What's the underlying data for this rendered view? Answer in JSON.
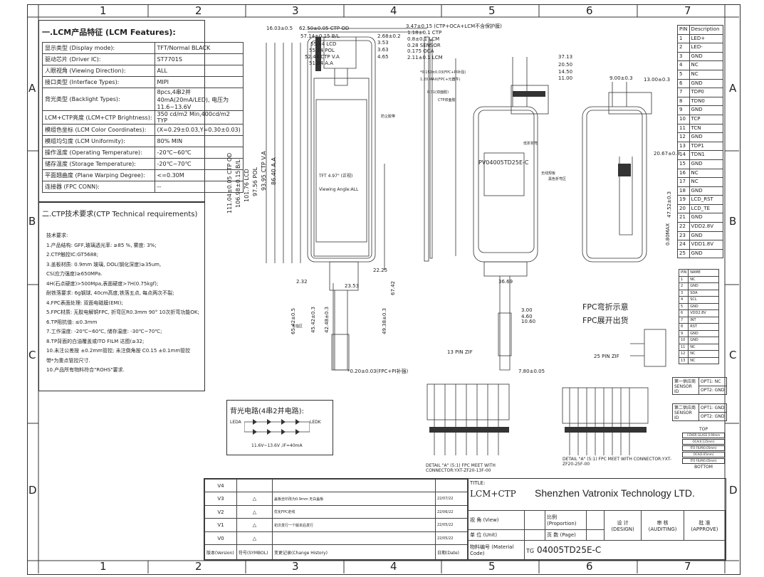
{
  "header": {
    "top_left_text": "",
    "columns": [
      "1",
      "2",
      "3",
      "4",
      "5",
      "6",
      "7"
    ],
    "rows": [
      "A",
      "B",
      "C",
      "D"
    ]
  },
  "features": {
    "title": "一.LCM产品特征 (LCM Features):",
    "rows": [
      {
        "label": "显示类型 (Display mode):",
        "value": "TFT/Normal BLACK"
      },
      {
        "label": "驱动芯片 (Driver IC):",
        "value": "ST7701S"
      },
      {
        "label": "人眼视角 (Viewing Direction):",
        "value": "ALL"
      },
      {
        "label": "接口类型 (Interface Types):",
        "value": "MIPI"
      },
      {
        "label": "背光类型 (Backlight Types):",
        "value": "8pcs,4串2并40mA(20mA/LED), 电压为11.6~13.6V"
      },
      {
        "label": "LCM+CTP亮度 (LCM+CTP Brightness):",
        "value": "350 cd/m2 Min,400cd/m2 TYP"
      },
      {
        "label": "模组色坐标 (LCM Color Coordinates):",
        "value": "(X=0.29±0.03,Y=0.30±0.03)"
      },
      {
        "label": "模组均匀度 (LCM Uniformity):",
        "value": "80% MIN"
      },
      {
        "label": "操作温度 (Operating Temperature):",
        "value": "-20℃~60℃"
      },
      {
        "label": "储存温度 (Storage Temperature):",
        "value": "-20℃~70℃"
      },
      {
        "label": "平面翘曲度 (Plane Warping Degree):",
        "value": "<=0.30M"
      },
      {
        "label": "连接器 (FPC CONN):",
        "value": "--"
      }
    ]
  },
  "ctp": {
    "title": "二.CTP技术要求(CTP Technical requirements)",
    "lines": [
      "技术要求:",
      "1.产品结构: GFF,玻璃透光率: ≥85 %, 雾度: 3%;",
      "2.CTP触控IC:GT5688;",
      "3.盖板材质: 0.9mm 玻璃, DOL(钢化深度)≥35um,",
      "CS(应力强度)≥650MPa.",
      "4H(石点硬度)>500Mpa,表面硬度>7H(0.75kgf);",
      "耐铁落要求: 6g钢球, 40cm高度,铁落五点, 每点两次不裂;",
      "4.FPC表面处理: 双面电磁膜(EMI);",
      "5.FPC材质: 无胶电解铜FPC, 折弯区R0.3mm 90° 10次折弯功能OK;",
      "6.TP阻抗值: ≤0.3mm",
      "7.工作温度: -20℃~60℃, 储存温度: -30℃~70℃;",
      "8.TP背面的白油覆盖或ITO FILM 达图(≥32;",
      "10.未注公差按 ±0.2mm管控; 未注倒角按 C0.15 ±0.1mm管控",
      "带*为重点管控尺寸.",
      "10.产品所有物料符合\"ROHS\"要求."
    ]
  },
  "backlight": {
    "title": "背光电路(4串2并电路):",
    "leda": "LEDA",
    "ledk": "LEDK",
    "note": "11.6V~13.6V ,IF=40mA"
  },
  "drawing": {
    "dims_top": [
      "16.03±0.5",
      "62.50±0.05 CTP OD",
      "57.14±0.15 B/L",
      "55.44 LCD",
      "55.24 POL",
      "52.44 CTP V.A",
      "51.84 A.A",
      "2.68±0.2",
      "3.53",
      "3.63",
      "4.65",
      "3.47±0.15 (CTP+OCA+LCM不含保护膜)",
      "1.18±0.1 CTP",
      "0.8±0.1 LCM",
      "0.28 SENSOR",
      "0.175 OCA",
      "2.11±0.1 LCM"
    ],
    "dims_right1": [
      "37.13",
      "20.50",
      "14.50",
      "11.00",
      "9.00±0.3",
      "13.00±0.3",
      "20.67±0.3",
      "47.52±0.3",
      "0.80MAX"
    ],
    "dims_vertical": [
      "111.04±0.05 CTP OD",
      "106.98±0.15 B/L",
      "101.76 LCD",
      "97.56 POL",
      "93.95 CTP V.A",
      "86.40 A.A"
    ],
    "dims_bottom": [
      "2.32",
      "22.25",
      "23.53",
      "36.69",
      "3.00",
      "4.60",
      "10.60",
      "7.80±0.05",
      "*0.20±0.03(FPC+PI补强)",
      "65.42±0.5",
      "45.42±0.3",
      "42.48±0.3",
      "49.38±0.3",
      "67.42"
    ],
    "fpc_notes": [
      "*0.150±0.03(FPC+PI补强)",
      "1.20 MAX(FPC+元器件)",
      "0.31(双面胶)",
      "CTP双面胶",
      "防尘胶带",
      "低折折弯",
      "无线规板",
      "黑色折弯区",
      "手指区"
    ],
    "pv_label": "PV04005TD25E-C",
    "tft_label": "TFT 4.97\" (正视)",
    "viewing_label": "Viewing Angle:ALL",
    "fpc_bend": "FPC弯折示意",
    "fpc_expand": "FPC展开出货",
    "zif13": "13 PIN ZIF",
    "zif25": "25 PIN ZIF",
    "detail_a1": "DETAIL \"A\" (5:1) FPC MEET WITH CONNECTOR:YXT-ZF20-13F-00",
    "detail_a2": "DETAIL \"A\" (5:1) FPC MEET WITH CONNECTOR:YXT-ZF20-25F-00"
  },
  "pins": {
    "header": [
      "PIN",
      "Description"
    ],
    "rows": [
      [
        "1",
        "LED+"
      ],
      [
        "2",
        "LED-"
      ],
      [
        "3",
        "GND"
      ],
      [
        "4",
        "NC"
      ],
      [
        "5",
        "NC"
      ],
      [
        "6",
        "GND"
      ],
      [
        "7",
        "TDP0"
      ],
      [
        "8",
        "TDN0"
      ],
      [
        "9",
        "GND"
      ],
      [
        "10",
        "TCP"
      ],
      [
        "11",
        "TCN"
      ],
      [
        "12",
        "GND"
      ],
      [
        "13",
        "TDP1"
      ],
      [
        "14",
        "TDN1"
      ],
      [
        "15",
        "GND"
      ],
      [
        "16",
        "NC"
      ],
      [
        "17",
        "NC"
      ],
      [
        "18",
        "GND"
      ],
      [
        "19",
        "LCD_RST"
      ],
      [
        "20",
        "LCD_TE"
      ],
      [
        "21",
        "GND"
      ],
      [
        "22",
        "VDD2.8V"
      ],
      [
        "23",
        "GND"
      ],
      [
        "24",
        "VDD1.8V"
      ],
      [
        "25",
        "GND"
      ]
    ]
  },
  "ctp_pins": {
    "header": [
      "PIN",
      "NAME"
    ],
    "rows": [
      [
        "1",
        "NC"
      ],
      [
        "2",
        "GND"
      ],
      [
        "3",
        "SDA"
      ],
      [
        "4",
        "SCL"
      ],
      [
        "5",
        "GND"
      ],
      [
        "6",
        "VDD2.8V"
      ],
      [
        "7",
        "INT"
      ],
      [
        "8",
        "RST"
      ],
      [
        "9",
        "GND"
      ],
      [
        "10",
        "GND"
      ],
      [
        "11",
        "NC"
      ],
      [
        "12",
        "NC"
      ],
      [
        "13",
        "NC"
      ]
    ]
  },
  "sensor": {
    "rows": [
      {
        "label": "第一供应商 SENSOR ID",
        "opt1": "OPT1: NC",
        "opt2": "OPT2: GND"
      },
      {
        "label": "第二供应商 SENSOR ID",
        "opt1": "OPT1: GND",
        "opt2": "OPT2: GND"
      }
    ]
  },
  "stack": {
    "top": "TOP",
    "bottom": "BOTTOM",
    "layers": [
      "COVER GLASS 0.90mm",
      "OCA(0.125mm)",
      "ITO FILM(0.05mm)",
      "OCA(0.05mm)",
      "ITO FILM(0.05mm)"
    ]
  },
  "title_block": {
    "title_label": "TITLE:",
    "product": "LCM+CTP",
    "company": "Shenzhen Vatronix Technology LTD.",
    "versions": [
      {
        "ver": "V4",
        "desc": "",
        "date": ""
      },
      {
        "ver": "V3",
        "desc": "盖板丝印改为0.9mm 无白盖板",
        "date": "22/07/22"
      },
      {
        "ver": "V2",
        "desc": "优化FPC走线",
        "date": "22/06/22"
      },
      {
        "ver": "V1",
        "desc": "初次发行一个版本后发行",
        "date": "22/05/22"
      },
      {
        "ver": "V0",
        "desc": "",
        "date": "22/05/22"
      }
    ],
    "col_version": "版本(Version)",
    "col_symbol": "符号(SYMBOL)",
    "col_change": "变更记录(Change History)",
    "col_date": "日期(Date)",
    "view_label": "视 角 (View)",
    "unit_label": "单 位 (Unit)",
    "ratio_label": "比例(Proportion)",
    "page_label": "页 数 (Page)",
    "design_label": "设 计 (DESIGN)",
    "audit_label": "审 核 (AUDITING)",
    "approve_label": "批 准 (APPROVE)",
    "material_label": "物料编号 (Material Code)",
    "material_code": "04005TD25E-C",
    "material_prefix": "TG"
  },
  "colors": {
    "line": "#333333",
    "paper": "#ffffff",
    "text": "#222222"
  }
}
